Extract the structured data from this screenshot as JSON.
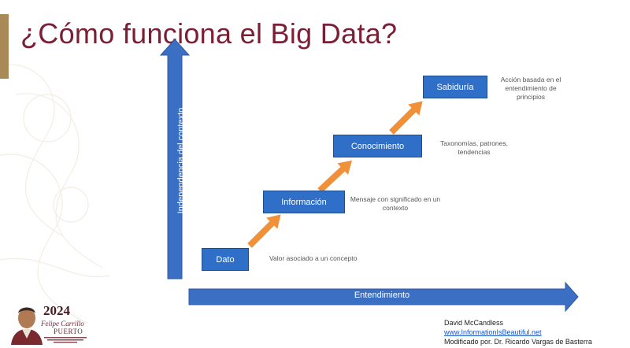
{
  "slide": {
    "title": "¿Cómo funciona el  Big Data?",
    "accent_color": "#a98a56",
    "title_color": "#7a1f35"
  },
  "axes": {
    "vertical_label": "Independencia del contexto",
    "horizontal_label": "Entendimiento",
    "color": "#3b6fc4"
  },
  "steps": [
    {
      "label": "Dato",
      "description": "Valor asociado a un concepto"
    },
    {
      "label": "Información",
      "description": "Mensaje con significado en un contexto"
    },
    {
      "label": "Conocimiento",
      "description": "Taxonomías, patrones, tendencias"
    },
    {
      "label": "Sabiduría",
      "description": "Acción basada en el entendimiento de principios"
    }
  ],
  "step_arrow_color": "#f0913a",
  "credits": {
    "author": "David McCandless",
    "link": "www.InformationIsBeautiful.net",
    "modified": "Modificado por. Dr. Ricardo Vargas de Basterra"
  },
  "logo": {
    "year": "2024",
    "name": "Felipe Carrillo",
    "place": "PUERTO"
  }
}
